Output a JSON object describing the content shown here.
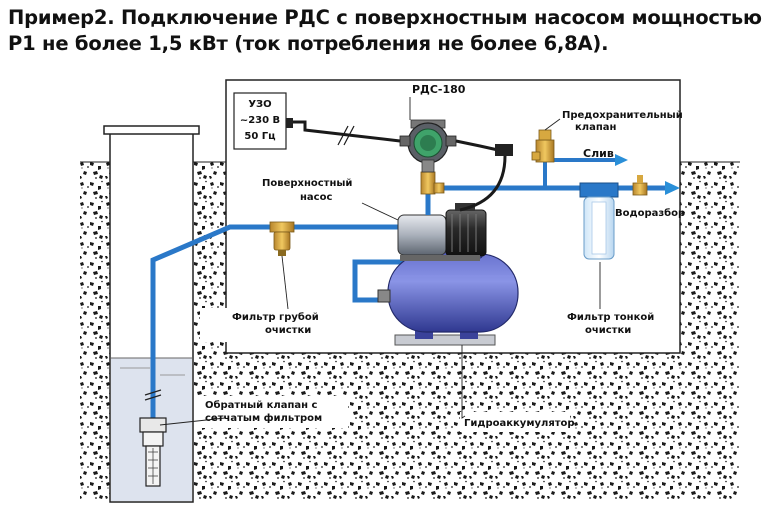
{
  "title": {
    "line1": "Пример2. Подключение РДС с поверхностным насосом мощностью",
    "line2": "Р1 не более 1,5 кВт (ток потребления не более 6,8А)."
  },
  "labels": {
    "uzo": "УЗО",
    "voltage": "~230 В",
    "frequency": "50 Гц",
    "rds": "РДС-180",
    "safety_valve_1": "Предохранительный",
    "safety_valve_2": "клапан",
    "drain": "Слив",
    "surface_pump_1": "Поверхностный",
    "surface_pump_2": "насос",
    "water_outlet": "Водоразбор",
    "coarse_filter_1": "Фильтр грубой",
    "coarse_filter_2": "очистки",
    "fine_filter_1": "Фильтр тонкой",
    "fine_filter_2": "очистки",
    "check_valve_1": "Обратный клапан с",
    "check_valve_2": "сетчатым фильтром",
    "accumulator": "Гидроаккумулятор"
  },
  "colors": {
    "pipe": "#2a78c8",
    "arrow": "#2a8fd8",
    "tank": "#4a56b8",
    "water": "#dde3ee",
    "ground": "#1a1a1a",
    "outline": "#222222",
    "gauge_face": "#3fa36a"
  }
}
